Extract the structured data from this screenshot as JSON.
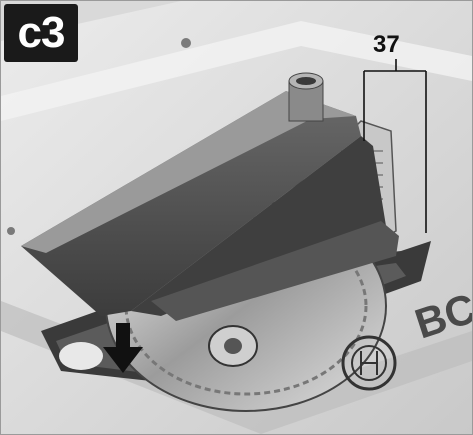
{
  "figure": {
    "step_label": "c3",
    "callout_number": "37",
    "logo_text": "BC"
  },
  "colors": {
    "background": "#d9d9d9",
    "table": "#e6e6e6",
    "guard": "#4a4a4a",
    "badge": "#1a1a1a"
  }
}
